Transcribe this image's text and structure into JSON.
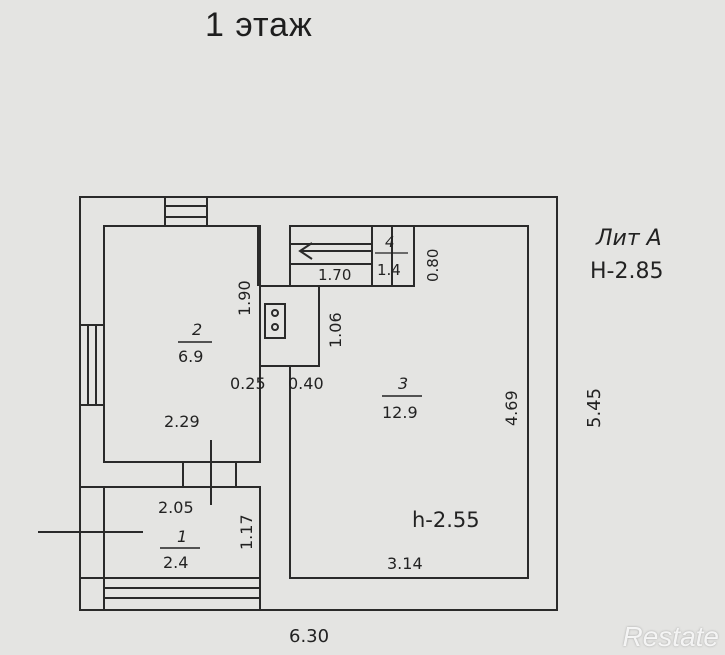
{
  "title": "1  этаж",
  "lit": {
    "name": "Лит А",
    "height": "Н-2.85"
  },
  "rooms": [
    {
      "number": "1",
      "area": "2.4"
    },
    {
      "number": "2",
      "area": "6.9"
    },
    {
      "number": "3",
      "area": "12.9"
    },
    {
      "number": "4",
      "area": "1.4"
    }
  ],
  "dimensions": {
    "overall_width": "6.30",
    "overall_height": "5.45",
    "room2_width": "2.29",
    "room2_height": "1.90",
    "room1_width": "2.05",
    "room1_height": "1.17",
    "room3_height": "4.69",
    "room3_width": "3.14",
    "duct_height": "1.06",
    "wall_a": "0.25",
    "wall_b": "0.40",
    "stair_width": "1.70",
    "stair_depth": "0.80",
    "room3_ceiling": "h-2.55"
  },
  "watermark": "Restate"
}
